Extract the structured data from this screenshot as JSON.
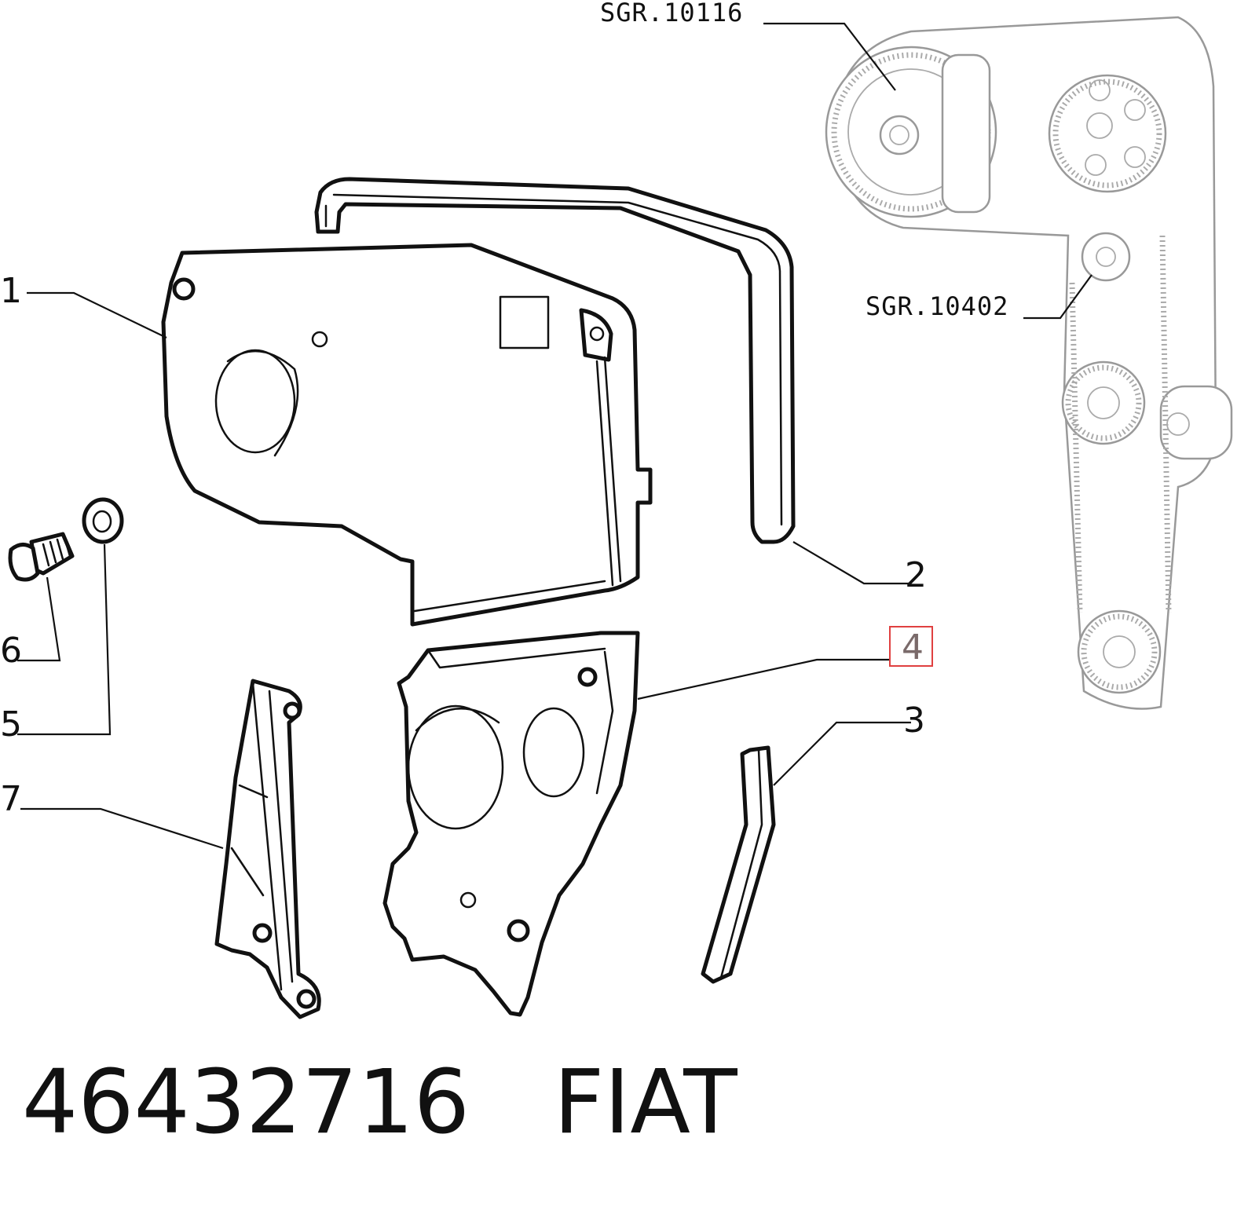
{
  "callouts": {
    "c1": "1",
    "c2": "2",
    "c3": "3",
    "c4": "4",
    "c5": "5",
    "c6": "6",
    "c7": "7"
  },
  "tools": {
    "t1": "SGR.10116",
    "t2": "SGR.10402"
  },
  "footer": {
    "part_number": "46432716",
    "brand": "FIAT"
  },
  "highlight_color": "#e04040"
}
